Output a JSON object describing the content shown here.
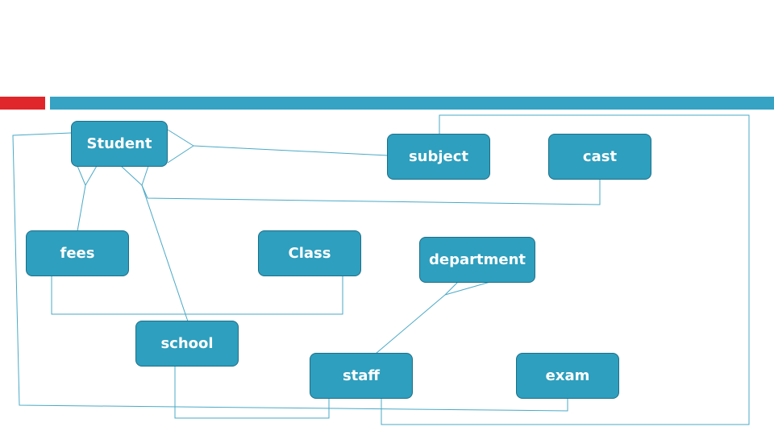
{
  "entities": {
    "student": "Student",
    "subject": "subject",
    "cast": "cast",
    "fees": "fees",
    "class": "Class",
    "department": "department",
    "school": "school",
    "staff": "staff",
    "exam": "exam"
  },
  "colors": {
    "entity_fill": "#2e9fbe",
    "entity_border": "#1e6f88",
    "connector": "#4aa9c6",
    "accent_red": "#e0262b",
    "accent_blue": "#36a2c4"
  }
}
